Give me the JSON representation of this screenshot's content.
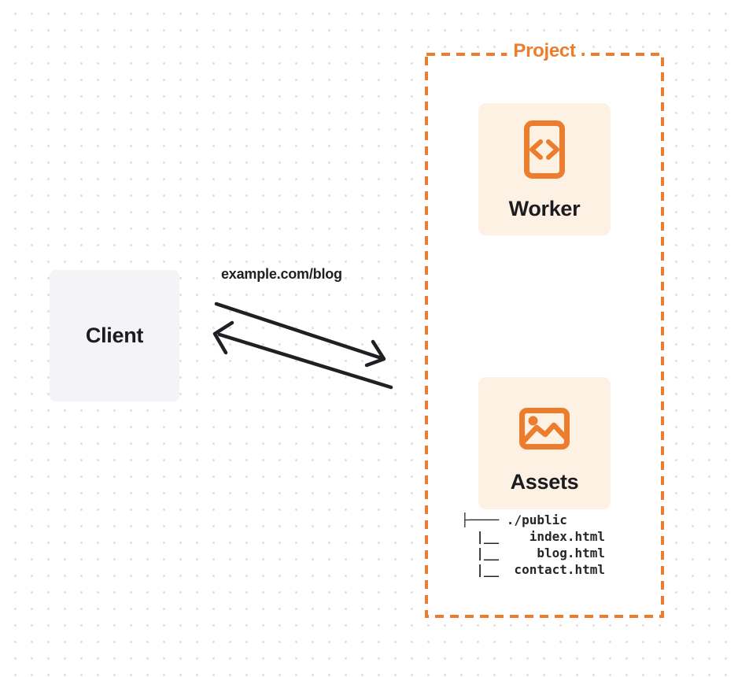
{
  "client": {
    "label": "Client"
  },
  "request": {
    "url_label": "example.com/blog"
  },
  "project": {
    "label": "Project",
    "accent_color": "#ed7d2e",
    "card_background": "#fcf1e3",
    "worker": {
      "label": "Worker",
      "icon": "code-file-icon"
    },
    "assets": {
      "label": "Assets",
      "icon": "image-icon",
      "tree_lines": [
        "├──── ./public",
        "  |__    index.html",
        "  |__     blog.html",
        "  |__  contact.html"
      ]
    }
  },
  "colors": {
    "arrow": "#202024",
    "dot_grid": "#e2e2e6",
    "client_background": "#f4f4f6"
  }
}
